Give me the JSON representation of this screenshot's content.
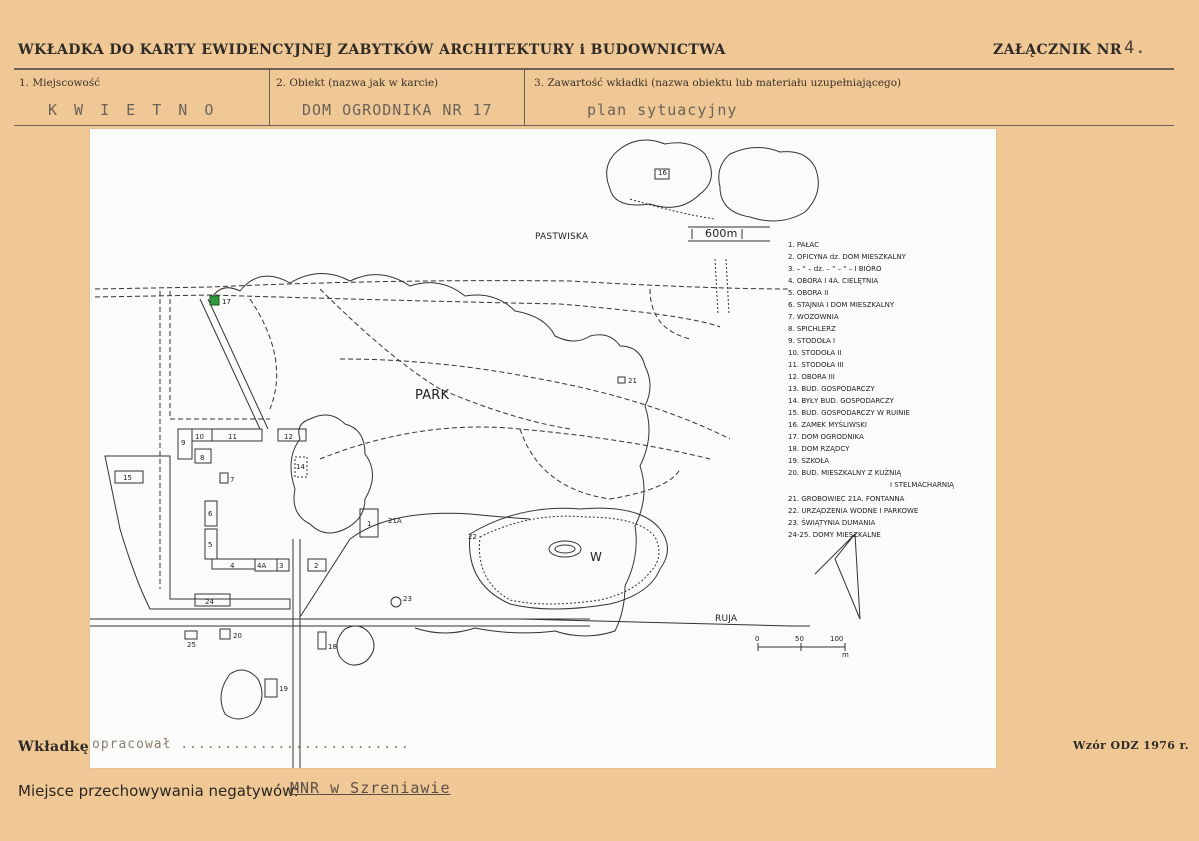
{
  "header": {
    "title": "WKŁADKA DO KARTY EWIDENCYJNEJ ZABYTKÓW ARCHITEKTURY i BUDOWNICTWA",
    "attachment_label": "ZAŁĄCZNIK NR",
    "attachment_number": "4."
  },
  "fields": {
    "f1_label": "1. Miejscowość",
    "f1_value": "K W I E T N O",
    "f2_label": "2. Obiekt (nazwa jak w karcie)",
    "f2_value": "DOM OGRODNIKA NR 17",
    "f3_label": "3. Zawartość wkładki (nazwa obiektu lub materiału uzupełniającego)",
    "f3_value": "plan sytuacyjny"
  },
  "map": {
    "labels": {
      "pastwiska": "PASTWISKA",
      "park": "PARK",
      "distance": "600m",
      "river": "RUJA",
      "pond": "W",
      "scale_0": "0",
      "scale_50": "50",
      "scale_100": "100",
      "scale_unit": "m"
    },
    "legend": [
      "1. PAŁAC",
      "2. OFICYNA dz. DOM MIESZKALNY",
      "3. – \" – dz. – \" – \" – I BIÓRO",
      "4. OBORA I  4A. CIELĘTNIA",
      "5. OBORA II",
      "6. STAJNIA I DOM MIESZKALNY",
      "7. WOZOWNIA",
      "8. SPICHLERZ",
      "9. STODOŁA I",
      "10. STODOŁA II",
      "11. STODOŁA III",
      "12. OBORA III",
      "13. BUD. GOSPODARCZY",
      "14. BYŁY BUD. GOSPODARCZY",
      "15. BUD. GOSPODARCZY W RUINIE",
      "16. ZAMEK MYŚLIWSKI",
      "17. DOM OGRODNIKA",
      "18. DOM RZĄDCY",
      "19. SZKOŁA",
      "20. BUD. MIESZKALNY Z KUŹNIĄ",
      "I STELMACHARNIĄ",
      "21. GROBOWIEC  21A. FONTANNA",
      "22. URZĄDZENIA WODNE I PARKOWE",
      "23. ŚWIĄTYNIA DUMANIA",
      "24-25. DOMY MIESZKALNE"
    ],
    "numbers": [
      "1",
      "2",
      "3",
      "4",
      "4A",
      "5",
      "6",
      "7",
      "8",
      "9",
      "10",
      "11",
      "12",
      "14",
      "15",
      "16",
      "17",
      "18",
      "19",
      "20",
      "21",
      "21A",
      "22",
      "23",
      "24",
      "25"
    ],
    "highlight_color": "#2e9a3a"
  },
  "footer": {
    "insert_label": "Wkładkę",
    "insert_value": "opracował ..........................",
    "template_label": "Wzór ODZ 1976 r.",
    "storage_label": "Miejsce przechowywania negatywów:",
    "storage_value": "MNR w Szreniawie"
  }
}
